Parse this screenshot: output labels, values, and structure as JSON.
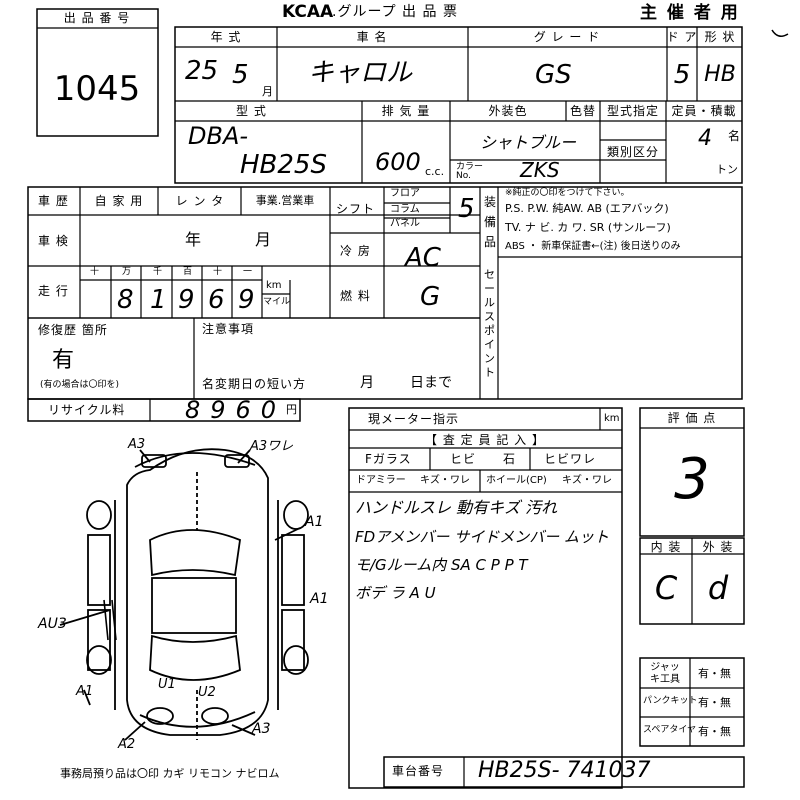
{
  "header": {
    "lot_label": "出 品 番 号",
    "lot_number": "1045",
    "logo": "KCAA",
    "title": ".グループ 出 品 票",
    "organizer": "主 催 者 用"
  },
  "vehicle": {
    "year_label": "年 式",
    "year": "25",
    "month": "5",
    "month_unit": "月",
    "name_label": "車 名",
    "name": "キャロル",
    "grade_label": "グ レ ー ド",
    "grade": "GS",
    "doors_label": "ド ア",
    "doors": "5",
    "shape_label": "形 状",
    "shape": "HB",
    "model_label": "型 式",
    "model_line1": "DBA-",
    "model_line2": "HB25S",
    "displacement_label": "排 気 量",
    "displacement": "600",
    "displacement_unit": "c.c.",
    "color_label": "外装色",
    "color": "シャトブルー",
    "color_change_label": "色替",
    "color_no_label": "カラー No.",
    "color_no": "ZKS",
    "type_label": "型式指定",
    "category_label": "類別区分",
    "capacity_label": "定員・積載",
    "capacity": "4",
    "capacity_unit": "名",
    "ton_unit": "トン"
  },
  "history": {
    "history_label": "車 歴",
    "history_options": [
      "自 家 用",
      "レ ン タ",
      "事業.営業車"
    ],
    "inspection_label": "車 検",
    "inspection_year": "年",
    "inspection_month": "月",
    "mileage_label": "走 行",
    "mileage_digit_labels": [
      "十",
      "万",
      "千",
      "百",
      "十",
      "一"
    ],
    "mileage_digits": [
      "8",
      "1",
      "9",
      "6",
      "9"
    ],
    "km_unit": "km",
    "mile_unit": "マイル"
  },
  "specs": {
    "shift_label": "シフト",
    "shift_options": [
      "フロア",
      "コラム",
      "パネル"
    ],
    "shift": "5",
    "ac_label": "冷 房",
    "ac": "AC",
    "fuel_label": "燃 料",
    "fuel": "G"
  },
  "equipment": {
    "label": "装備品",
    "note": "※純正の〇印をつけて下さい。",
    "line1": "P.S. P.W. 純AW. AB (エアバック)",
    "line2": "TV. ナ ビ. カ ワ. SR (サンルーフ)",
    "line3": "ABS ・ 新車保証書←(注) 後日送りのみ"
  },
  "sales_point_label": "セールスポイント",
  "repair": {
    "label": "修復歴 箇所",
    "value": "有",
    "note": "(有の場合は〇印を)"
  },
  "notes": {
    "label": "注意事項",
    "short_label": "名変期日の短い方",
    "month": "月",
    "day": "日まで"
  },
  "recycle": {
    "label": "リサイクル料",
    "value": "8960",
    "unit": "円"
  },
  "inspector": {
    "meter_label": "現メーター指示",
    "meter_unit": "km",
    "section_label": "【 査 定 員 記 入 】",
    "glass_label": "Fガラス",
    "glass_chip": "ヒビ",
    "glass_stone": "石",
    "glass_crack": "ヒビワレ",
    "mirror_label": "ドアミラー",
    "mirror_value": "キズ・ワレ",
    "wheel_label": "ホイール(CP)",
    "wheel_value": "キズ・ワレ",
    "remarks": [
      "ハンドルスレ 動有キズ 汚れ",
      "FDアメンバー サイドメンバー ムット",
      "モ/Gルーム内 SA C P P T",
      "ボデ ラ A U"
    ]
  },
  "evaluation": {
    "score_label": "評 価 点",
    "score": "3",
    "interior_label": "内 装",
    "exterior_label": "外 装",
    "interior": "C",
    "exterior": "d"
  },
  "tools": {
    "jack_label": "ジャッキ工具",
    "puncture_label": "パンクキット",
    "spare_label": "スペアタイヤ",
    "option": "有・無"
  },
  "diagram_marks": {
    "a3_top_left": "A3",
    "a3w_top_right": "A3ワレ",
    "a1_right_upper": "A1",
    "a1_right_middle": "A1",
    "au3_left": "AU3",
    "a1_left_lower": "A1",
    "u1": "U1",
    "u2": "U2",
    "a3_bottom_right": "A3",
    "a2_bottom": "A2"
  },
  "footer": {
    "office_note": "事務局預り品は〇印 カギ リモコン ナビロム",
    "chassis_label": "車台番号",
    "chassis_number": "HB25S- 741037"
  },
  "colors": {
    "ink": "#000000",
    "paper": "#ffffff"
  }
}
